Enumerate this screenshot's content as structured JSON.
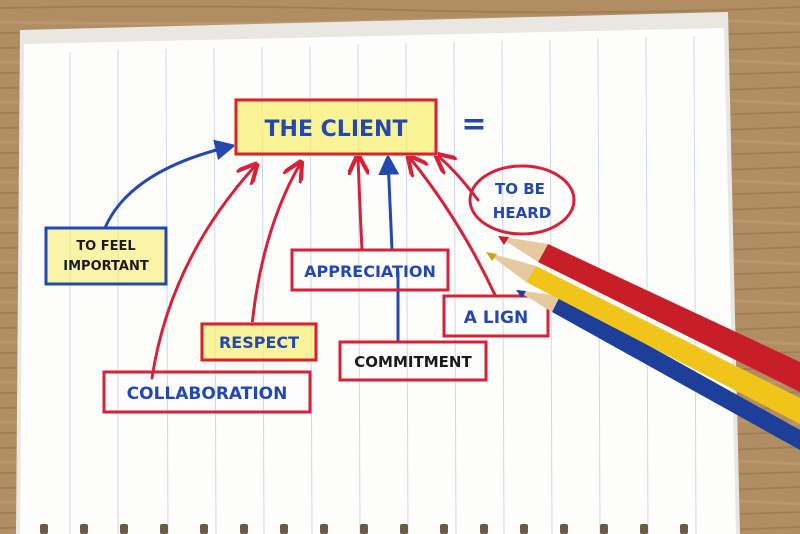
{
  "scene": {
    "background": "wooden-table",
    "object": "spiral notepad with hand-drawn diagram and three colored pencils"
  },
  "colors": {
    "ink_blue": "#2448b0",
    "ink_red": "#d9203a",
    "highlight_yellow": "#f6ef72",
    "pencil_red": "#c81e28",
    "pencil_yellow": "#f0c419",
    "pencil_blue": "#1d3f9a",
    "wood": "#b08d62",
    "paper": "#fdfdfb",
    "paper_rule": "#cfd8e6"
  },
  "diagram": {
    "center": "THE CLIENT",
    "equals": "=",
    "nodes": {
      "to_feel_important": [
        "TO FEEL",
        "IMPORTANT"
      ],
      "to_be_heard": [
        "TO BE",
        "HEARD"
      ],
      "appreciation": "APPRECIATION",
      "respect": "RESPECT",
      "alignment": "A LIGN",
      "commitment": "COMMITMENT",
      "collaboration": "COLLABORATION"
    }
  }
}
